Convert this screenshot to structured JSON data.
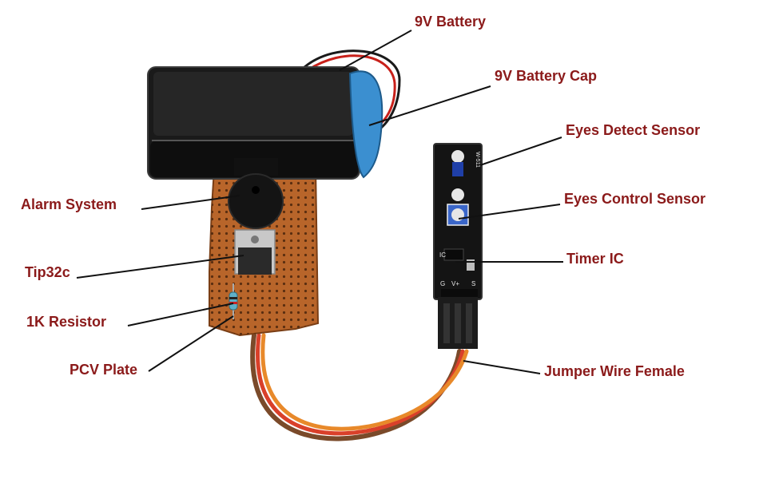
{
  "labels": {
    "battery": "9V Battery",
    "battery_cap": "9V Battery Cap",
    "eyes_detect": "Eyes Detect Sensor",
    "eyes_control": "Eyes Control Sensor",
    "timer_ic": "Timer IC",
    "jumper_wire": "Jumper Wire Female",
    "alarm_system": "Alarm System",
    "tip32c": "Tip32c",
    "resistor": "1K Resistor",
    "pcv_plate": "PCV Plate"
  },
  "sensor_pins": {
    "g": "G",
    "vplus": "V+",
    "s": "S"
  },
  "sensor_marks": {
    "side_label": "W-511",
    "ic_label": "IC"
  },
  "colors": {
    "label_text": "#8b1a1a",
    "pointer": "#111111",
    "board": "#b8652a",
    "battery_body": "#1a1a1a",
    "cap": "#3b8fd0",
    "sensor_board": "#141414"
  }
}
